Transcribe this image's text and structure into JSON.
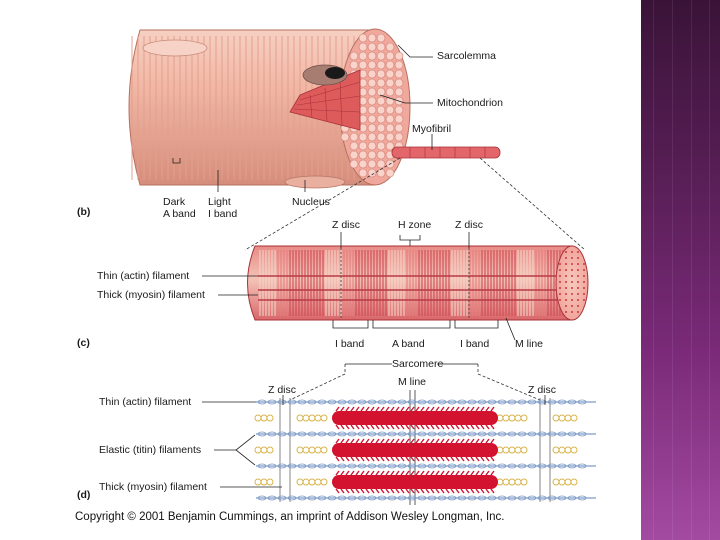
{
  "panel_b": {
    "panel_label": "(b)",
    "sarcolemma": "Sarcolemma",
    "mitochondrion": "Mitochondrion",
    "myofibril": "Myofibril",
    "dark_line1": "Dark",
    "dark_line2": "A band",
    "light_line1": "Light",
    "light_line2": "I band",
    "nucleus": "Nucleus"
  },
  "panel_c": {
    "panel_label": "(c)",
    "z_disc_left": "Z disc",
    "h_zone": "H zone",
    "z_disc_right": "Z disc",
    "thin_filament": "Thin (actin) filament",
    "thick_filament": "Thick (myosin) filament",
    "i_band_left": "I band",
    "a_band": "A band",
    "i_band_right": "I band",
    "m_line": "M line",
    "sarcomere": "Sarcomere"
  },
  "panel_d": {
    "panel_label": "(d)",
    "m_line": "M line",
    "z_disc_left": "Z disc",
    "z_disc_right": "Z disc",
    "thin_filament": "Thin (actin) filament",
    "elastic_filaments": "Elastic (titin) filaments",
    "thick_filament": "Thick (myosin) filament"
  },
  "copyright": "Copyright © 2001 Benjamin Cummings, an imprint of Addison Wesley Longman, Inc.",
  "colors": {
    "muscle_light": "#f2b8a6",
    "muscle_mid": "#e59b88",
    "muscle_dark": "#cf7b6a",
    "myofibril_red": "#d9434a",
    "myosin_red": "#d2122f",
    "titin_blue": "#7d9bc8",
    "actin_gold": "#d9b44a",
    "panel_purple": "#6a2468"
  }
}
